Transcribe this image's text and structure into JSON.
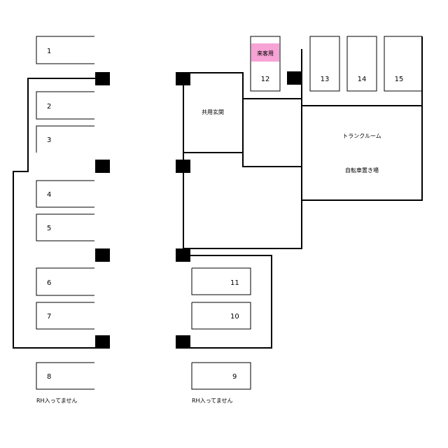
{
  "spaces": [
    {
      "key": "s1",
      "number": "1"
    },
    {
      "key": "s2",
      "number": "2"
    },
    {
      "key": "s3",
      "number": "3"
    },
    {
      "key": "s4",
      "number": "4"
    },
    {
      "key": "s5",
      "number": "5"
    },
    {
      "key": "s6",
      "number": "6"
    },
    {
      "key": "s7",
      "number": "7"
    },
    {
      "key": "s8",
      "number": "8"
    },
    {
      "key": "s9",
      "number": "9"
    },
    {
      "key": "s10",
      "number": "10"
    },
    {
      "key": "s11",
      "number": "11"
    },
    {
      "key": "s12",
      "number": "12"
    },
    {
      "key": "s13",
      "number": "13"
    },
    {
      "key": "s14",
      "number": "14"
    },
    {
      "key": "s15",
      "number": "15"
    }
  ],
  "labels": {
    "visitor": "来客用",
    "entrance": "共用玄関",
    "trunk_room": "トランクルーム",
    "bicycle_parking": "自転車置き場",
    "note_left": "RH入ってません",
    "note_right": "RH入ってません"
  },
  "colors": {
    "visitor_badge": "#f7a3d6",
    "line": "#000000",
    "pillar": "#000000"
  }
}
